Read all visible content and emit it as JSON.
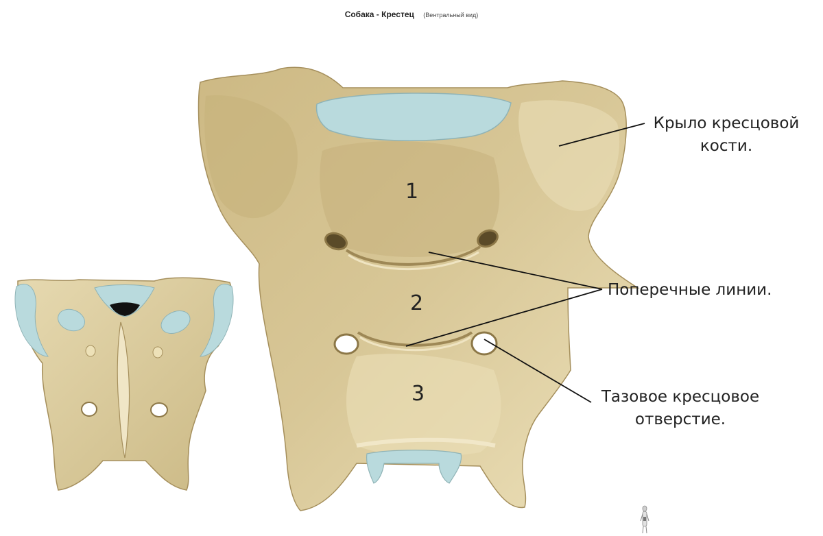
{
  "header": {
    "title": "Собака - Крестец",
    "subtitle": "(Вентральный вид)"
  },
  "labels": {
    "wing": [
      "Крыло кресцовой",
      "кости."
    ],
    "transverse_lines": "Поперечные линии.",
    "foramen": [
      "Тазовое кресцовое",
      "отверстие."
    ]
  },
  "vertebra_numbers": [
    "1",
    "2",
    "3"
  ],
  "colors": {
    "bone": "#d4c28e",
    "bone_dark": "#b8a470",
    "bone_light": "#ede1b8",
    "cartilage": "#b9dadd",
    "leader_line": "#111111"
  },
  "icons": {
    "orientation": "dog-silhouette-icon"
  }
}
